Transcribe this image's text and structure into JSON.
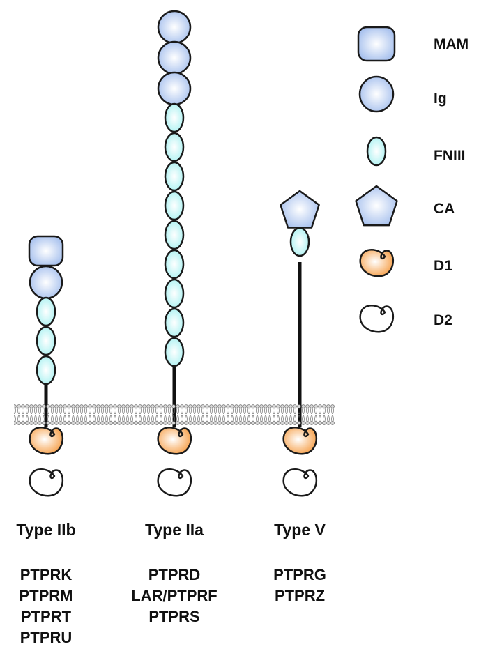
{
  "legend": [
    {
      "key": "mam",
      "label": "MAM",
      "shape": "mam-domain-icon"
    },
    {
      "key": "ig",
      "label": "Ig",
      "shape": "ig-domain-icon"
    },
    {
      "key": "fn",
      "label": "FNIII",
      "shape": "fniii-domain-icon"
    },
    {
      "key": "ca",
      "label": "CA",
      "shape": "ca-domain-icon"
    },
    {
      "key": "d1",
      "label": "D1",
      "shape": "d1-domain-icon"
    },
    {
      "key": "d2",
      "label": "D2",
      "shape": "d2-domain-icon"
    }
  ],
  "receptors": [
    {
      "type": "Type IIb",
      "genes": [
        "PTPRK",
        "PTPRM",
        "PTPRT",
        "PTPRU"
      ],
      "domains": [
        "mam",
        "ig",
        "fn",
        "fn",
        "fn"
      ]
    },
    {
      "type": "Type IIa",
      "genes": [
        "PTPRD",
        "LAR/PTPRF",
        "PTPRS"
      ],
      "domains": [
        "ig",
        "ig",
        "ig",
        "fn",
        "fn",
        "fn",
        "fn",
        "fn",
        "fn",
        "fn",
        "fn",
        "fn"
      ]
    },
    {
      "type": "Type V",
      "genes": [
        "PTPRG",
        "PTPRZ"
      ],
      "domains": [
        "ca",
        "fn"
      ]
    }
  ],
  "colors": {
    "ig_fill": "#a9c2ee",
    "fn_fill": "#aef2f2",
    "d1_fill": "#f6a04a",
    "d2_fill": "#ffffff",
    "outline": "#1a1a1a",
    "membrane": "#777777"
  }
}
